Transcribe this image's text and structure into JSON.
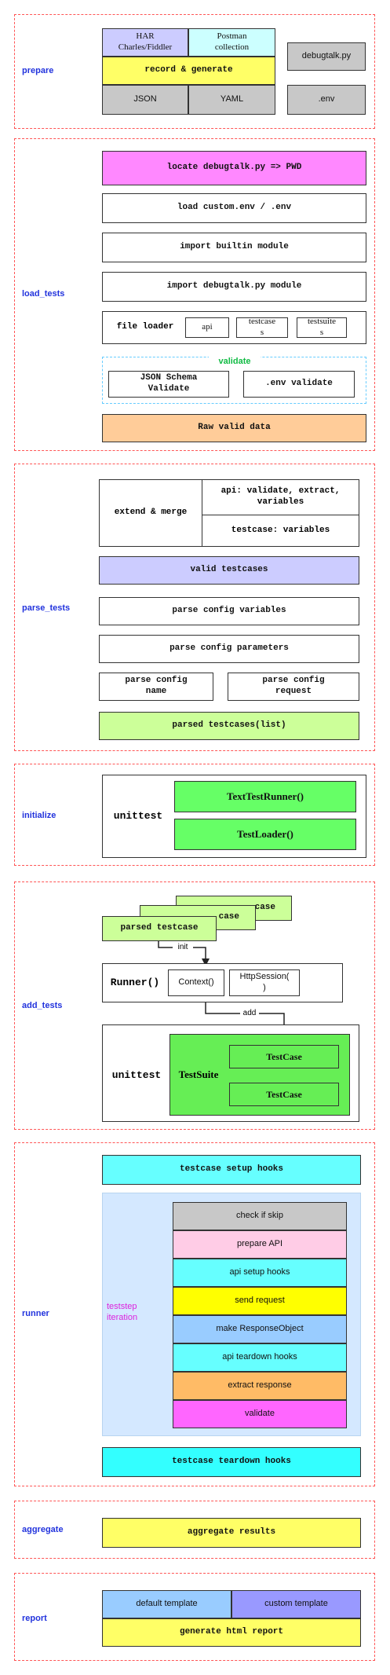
{
  "prepare": {
    "label": "prepare",
    "har": "HAR\nCharles/Fiddler",
    "postman": "Postman\ncollection",
    "debugtalk": "debugtalk.py",
    "record": "record & generate",
    "json": "JSON",
    "yaml": "YAML",
    "env": ".env"
  },
  "load_tests": {
    "label": "load_tests",
    "locate": "locate debugtalk.py => PWD",
    "load_env": "load custom.env / .env",
    "import_builtin": "import builtin module",
    "import_debugtalk": "import debugtalk.py module",
    "file_loader": "file loader",
    "api": "api",
    "testcases": "testcase\ns",
    "testsuites": "testsuite\ns",
    "validate_title": "validate",
    "json_schema": "JSON Schema\nValidate",
    "env_validate": ".env validate",
    "raw_valid": "Raw valid data"
  },
  "parse_tests": {
    "label": "parse_tests",
    "extend_merge": "extend & merge",
    "api_line": "api: validate, extract,\nvariables",
    "testcase_line": "testcase: variables",
    "valid_testcases": "valid testcases",
    "parse_variables": "parse config variables",
    "parse_parameters": "parse config parameters",
    "parse_name": "parse config\nname",
    "parse_request": "parse config\nrequest",
    "parsed_list": "parsed testcases(list)"
  },
  "initialize": {
    "label": "initialize",
    "unittest": "unittest",
    "runner": "TextTestRunner()",
    "loader": "TestLoader()"
  },
  "add_tests": {
    "label": "add_tests",
    "stack_back": "case",
    "stack_mid": "case",
    "parsed_testcase": "parsed testcase",
    "init": "init",
    "runner": "Runner()",
    "context": "Context()",
    "httpsession": "HttpSession(\n)",
    "add": "add",
    "unittest": "unittest",
    "testsuite": "TestSuite",
    "testcase1": "TestCase",
    "testcase2": "TestCase"
  },
  "runner": {
    "label": "runner",
    "setup_hooks": "testcase setup hooks",
    "iteration": "teststep\niteration",
    "steps": [
      "check if skip",
      "prepare API",
      "api setup hooks",
      "send request",
      "make ResponseObject",
      "api teardown hooks",
      "extract response",
      "validate"
    ],
    "teardown_hooks": "testcase teardown hooks"
  },
  "aggregate": {
    "label": "aggregate",
    "results": "aggregate results"
  },
  "report": {
    "label": "report",
    "default_template": "default template",
    "custom_template": "custom template",
    "generate": "generate html report"
  },
  "colors": {
    "dashed": "#ff5555",
    "label_blue": "#2233dd",
    "lavender": "#ccccff",
    "light_cyan": "#ccffff",
    "yellow": "#ffff66",
    "gray": "#c8c8c8",
    "magenta": "#ff88ff",
    "peach": "#ffcc99",
    "light_green": "#ccff99",
    "green": "#66ff66",
    "cyan": "#66ffff",
    "light_blue_bg": "#d4e8ff"
  }
}
